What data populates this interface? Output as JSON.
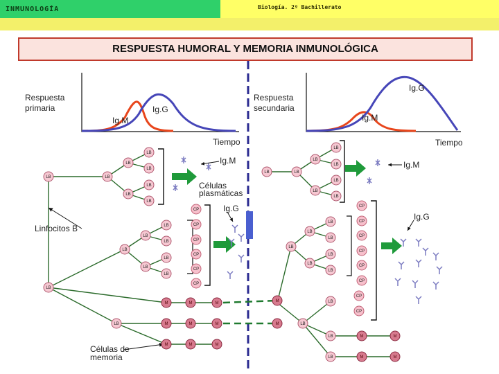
{
  "header": {
    "left_title": "INMUNOLOGÍA",
    "right_title": "Biología. 2º Bachillerato"
  },
  "slide_title": "RESPUESTA HUMORAL Y MEMORIA INMUNOLÓGICA",
  "graph": {
    "primary_label_line1": "Respuesta",
    "primary_label_line2": "primaria",
    "secondary_label_line1": "Respuesta",
    "secondary_label_line2": "secundaria",
    "igm": "Ig.M",
    "igg": "Ig.G",
    "time_axis": "Tiempo"
  },
  "diagram": {
    "igm_label": "Ig.M",
    "igg_label": "Ig.G",
    "plasma_line1": "Células",
    "plasma_line2": "plasmáticas",
    "lymphocytes_b": "Linfocitos B",
    "memory_line1": "Células de",
    "memory_line2": "memoria",
    "lb": "LB",
    "cp": "CP",
    "m": "M"
  },
  "colors": {
    "igm_curve": "#e8461c",
    "igg_curve": "#4646b8",
    "arrow_green": "#1f9a3a",
    "divider": "#2a2a90",
    "antigen_marker": "#4a5fd0"
  }
}
